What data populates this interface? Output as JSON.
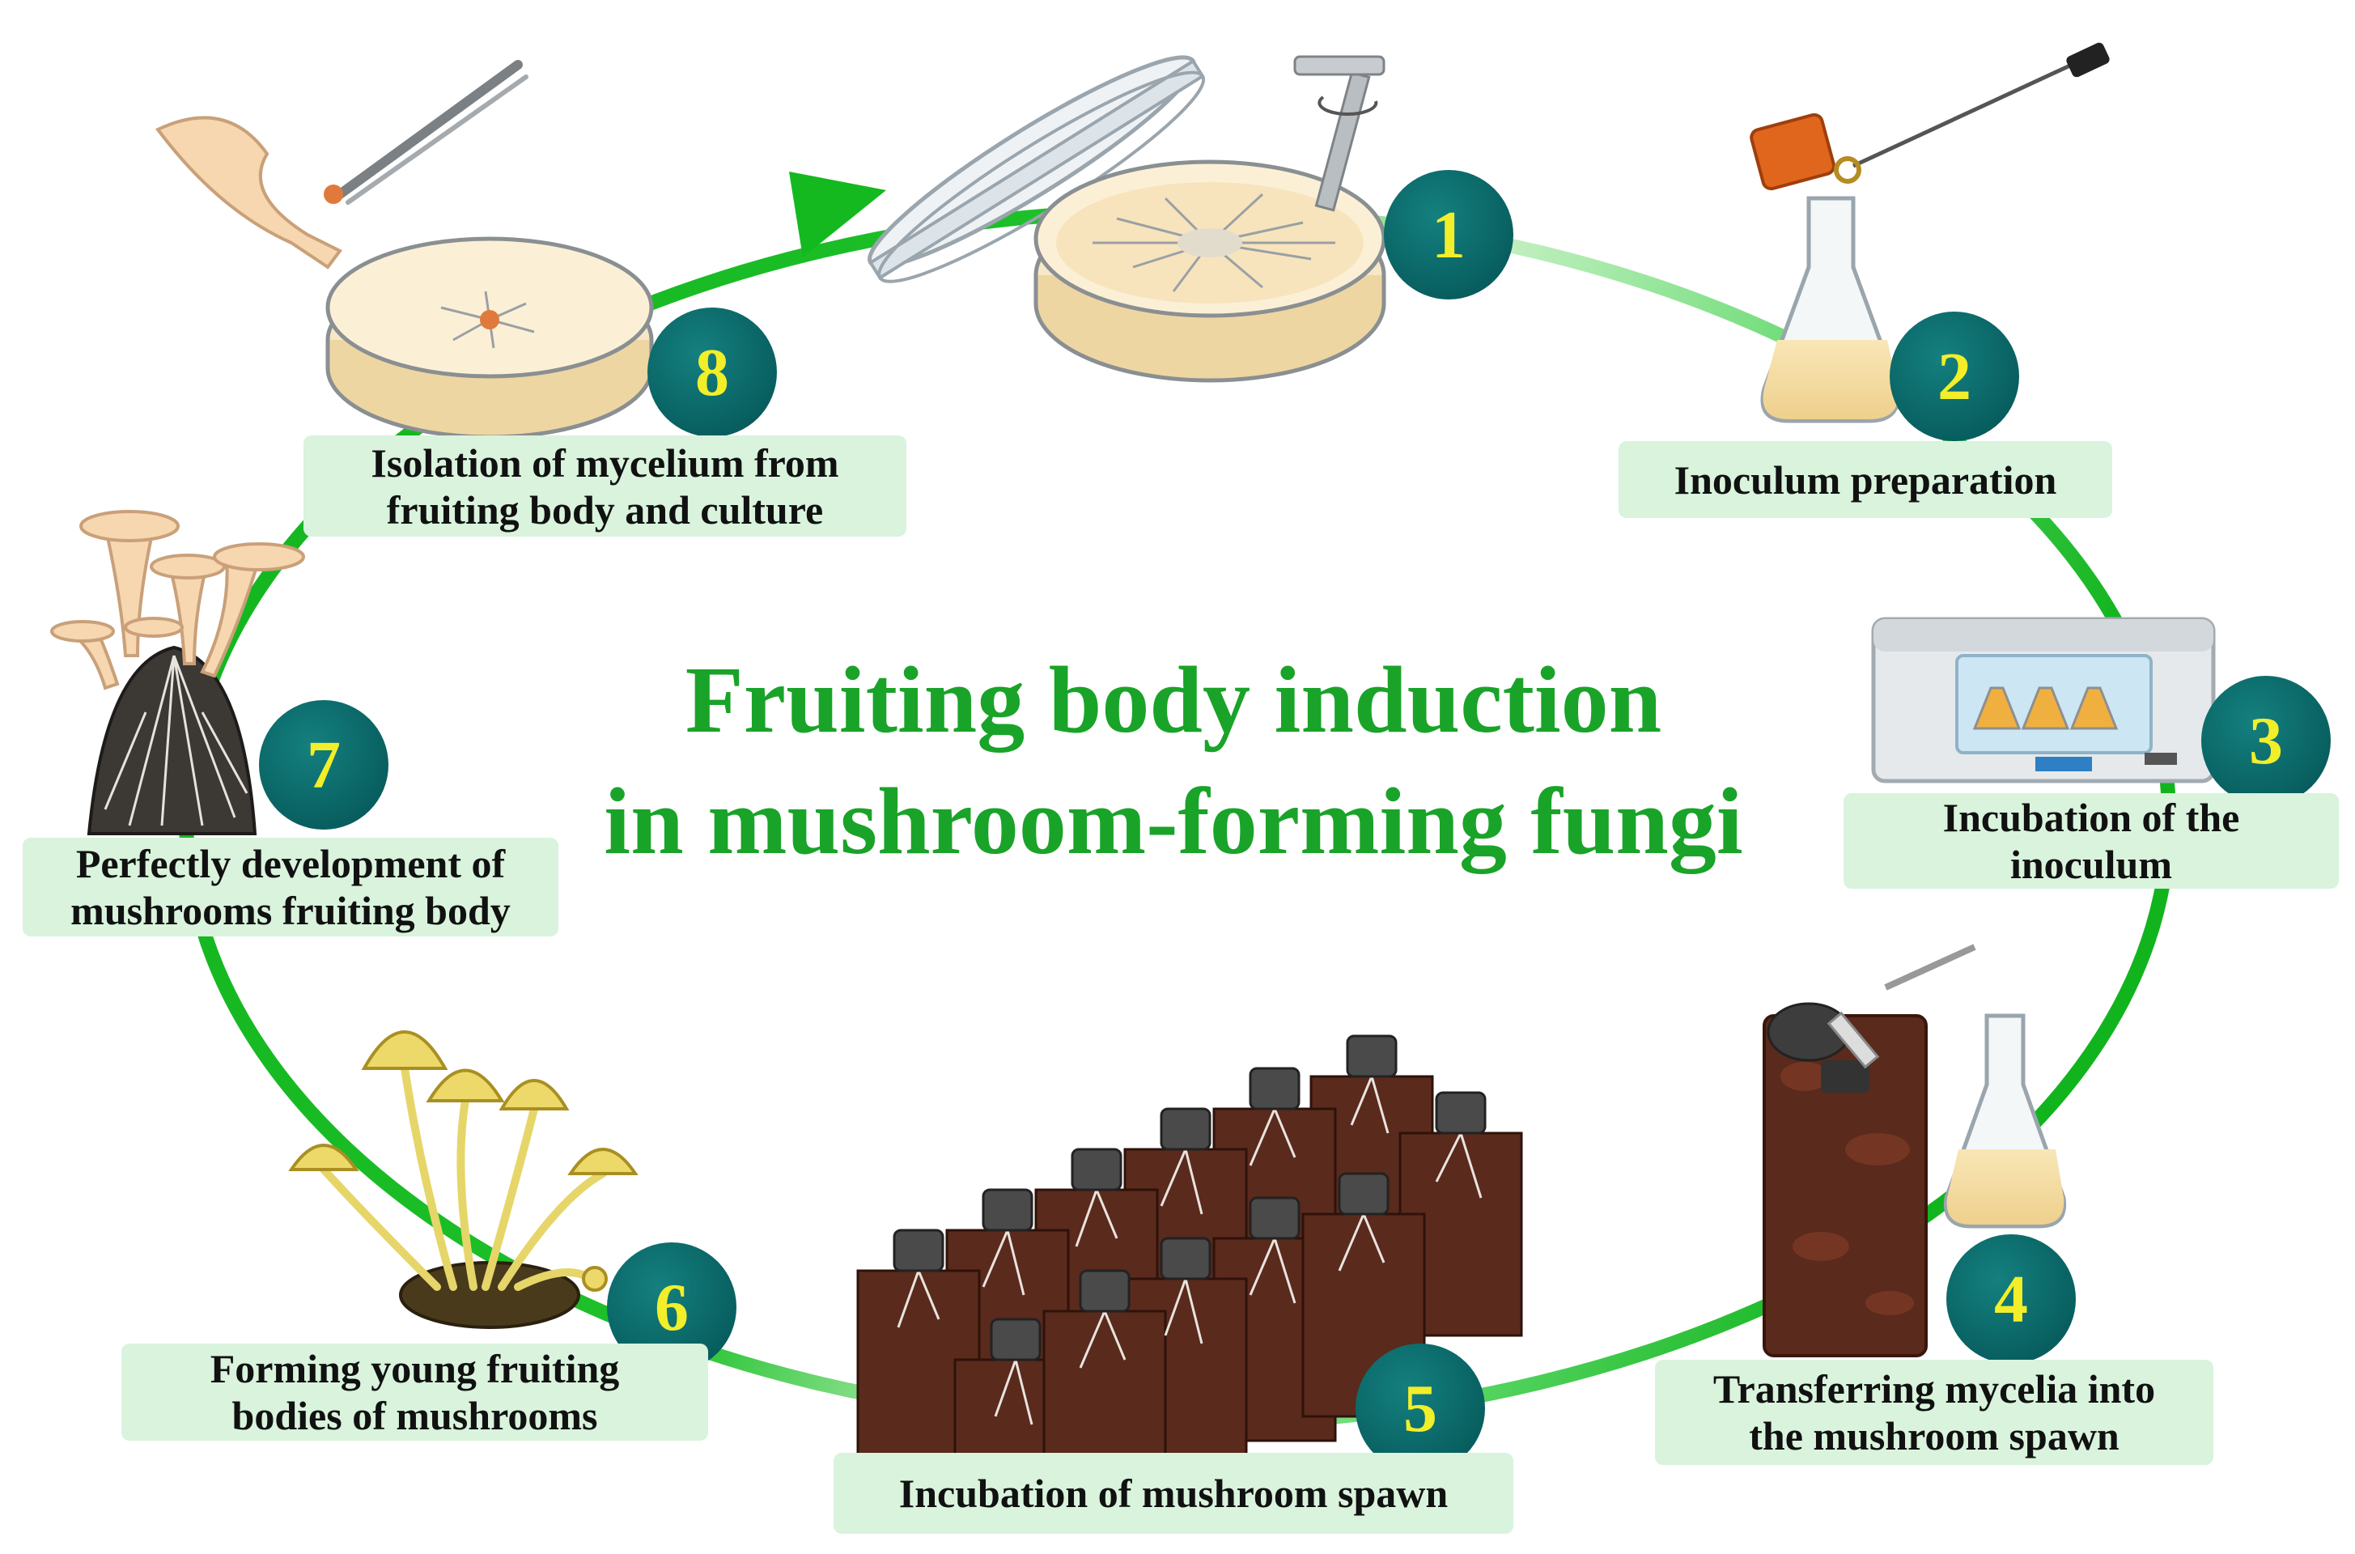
{
  "title": {
    "line1": "Fruiting body induction",
    "line2": "in mushroom-forming fungi"
  },
  "colors": {
    "title": "#1aa329",
    "cycle_dark": "#13b91f",
    "cycle_light": "#c6f0c4",
    "badge": "#0c6f6f",
    "badge_number": "#f2ee2a",
    "label_bg": "#d9f3dd"
  },
  "steps": [
    {
      "number": "1",
      "icon": "petri-dish-with-inoculation-tool",
      "label_lines": []
    },
    {
      "number": "2",
      "icon": "flask-with-inoculation-loop",
      "label_lines": [
        "Inoculum preparation"
      ]
    },
    {
      "number": "3",
      "icon": "shaker-incubator",
      "label_lines": [
        "Incubation of the",
        "inoculum"
      ]
    },
    {
      "number": "4",
      "icon": "spawn-bag-with-flask-and-pipette",
      "label_lines": [
        "Transferring mycelia into",
        "the mushroom spawn"
      ]
    },
    {
      "number": "5",
      "icon": "spawn-bags-with-mycelium",
      "label_lines": [
        "Incubation of mushroom spawn"
      ]
    },
    {
      "number": "6",
      "icon": "young-mushroom-cluster",
      "label_lines": [
        "Forming young fruiting",
        "bodies of mushrooms"
      ]
    },
    {
      "number": "7",
      "icon": "mature-mushroom-fruiting-bodies",
      "label_lines": [
        "Perfectly development of",
        "mushrooms fruiting body"
      ]
    },
    {
      "number": "8",
      "icon": "petri-dish-with-tissue-and-tweezers",
      "label_lines": [
        "Isolation of mycelium from",
        "fruiting body and culture"
      ]
    }
  ]
}
